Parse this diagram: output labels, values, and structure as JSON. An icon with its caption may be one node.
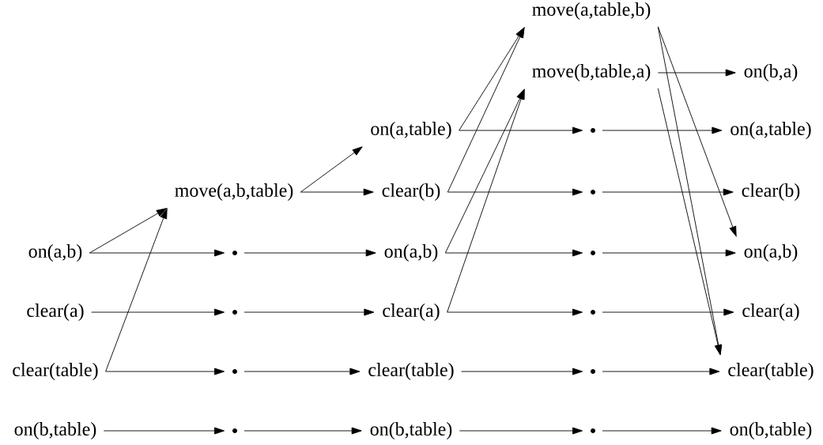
{
  "diagram": {
    "nodes": [
      {
        "text": [
          "on(a,b)"
        ]
      },
      {
        "text": [
          "clear(a)"
        ]
      },
      {
        "text": [
          "clear(table)"
        ]
      },
      {
        "text": [
          "on(b,table)"
        ]
      },
      {
        "text": [
          "move(a,b,table)"
        ]
      },
      {
        "text": [],
        "shape": "circle"
      },
      {
        "text": [],
        "shape": "circle"
      },
      {
        "text": [],
        "shape": "circle"
      },
      {
        "text": [],
        "shape": "circle"
      },
      {
        "text": [
          "on(a,table)"
        ]
      },
      {
        "text": [
          "clear(b)"
        ]
      },
      {
        "text": [
          "on(a,b)"
        ]
      },
      {
        "text": [
          "clear(a)"
        ]
      },
      {
        "text": [
          "clear(table)"
        ]
      },
      {
        "text": [
          "on(b,table)"
        ]
      },
      {
        "text": [
          "move(a,table,b)"
        ]
      },
      {
        "text": [
          "move(b,table,a)"
        ]
      },
      {
        "text": [],
        "shape": "circle"
      },
      {
        "text": [],
        "shape": "circle"
      },
      {
        "text": [],
        "shape": "circle"
      },
      {
        "text": [],
        "shape": "circle"
      },
      {
        "text": [],
        "shape": "circle"
      },
      {
        "text": [],
        "shape": "circle"
      },
      {
        "text": [
          "on(b,a)"
        ]
      },
      {
        "text": [
          "on(a,table)"
        ]
      },
      {
        "text": [
          "clear(b)"
        ]
      },
      {
        "text": [
          "on(a,b)"
        ]
      },
      {
        "text": [
          "clear(a)"
        ]
      },
      {
        "text": [
          "clear(table)"
        ]
      },
      {
        "text": [
          "on(b,table)"
        ]
      }
    ],
    "edges": [
      {
        "from": 0,
        "to": 4,
        "arrow": "to"
      },
      {
        "from": 2,
        "to": 4,
        "arrow": "to"
      },
      {
        "from": 0,
        "to": 5,
        "arrow": "to"
      },
      {
        "from": 1,
        "to": 6,
        "arrow": "to"
      },
      {
        "from": 2,
        "to": 7,
        "arrow": "to"
      },
      {
        "from": 3,
        "to": 8,
        "arrow": "to"
      },
      {
        "from": 4,
        "to": 9,
        "arrow": "to"
      },
      {
        "from": 4,
        "to": 10,
        "arrow": "to"
      },
      {
        "from": 5,
        "to": 11,
        "arrow": "to"
      },
      {
        "from": 6,
        "to": 12,
        "arrow": "to"
      },
      {
        "from": 7,
        "to": 13,
        "arrow": "to"
      },
      {
        "from": 8,
        "to": 14,
        "arrow": "to"
      },
      {
        "from": 9,
        "to": 15,
        "arrow": "to"
      },
      {
        "from": 10,
        "to": 15,
        "arrow": "to"
      },
      {
        "from": 11,
        "to": 16,
        "arrow": "to"
      },
      {
        "from": 12,
        "to": 16,
        "arrow": "to"
      },
      {
        "from": 9,
        "to": 17,
        "arrow": "to"
      },
      {
        "from": 10,
        "to": 18,
        "arrow": "to"
      },
      {
        "from": 11,
        "to": 19,
        "arrow": "to"
      },
      {
        "from": 12,
        "to": 20,
        "arrow": "to"
      },
      {
        "from": 13,
        "to": 21,
        "arrow": "to"
      },
      {
        "from": 14,
        "to": 22,
        "arrow": "to"
      },
      {
        "from": 16,
        "to": 23,
        "arrow": "to"
      },
      {
        "from": 15,
        "to": 26,
        "arrow": "to"
      },
      {
        "from": 15,
        "to": 28,
        "arrow": "to"
      },
      {
        "from": 16,
        "to": 28,
        "arrow": "to"
      },
      {
        "from": 17,
        "to": 24,
        "arrow": "to"
      },
      {
        "from": 18,
        "to": 25,
        "arrow": "to"
      },
      {
        "from": 19,
        "to": 26,
        "arrow": "to"
      },
      {
        "from": 20,
        "to": 27,
        "arrow": "to"
      },
      {
        "from": 21,
        "to": 28,
        "arrow": "to"
      },
      {
        "from": 22,
        "to": 29,
        "arrow": "to"
      }
    ]
  }
}
